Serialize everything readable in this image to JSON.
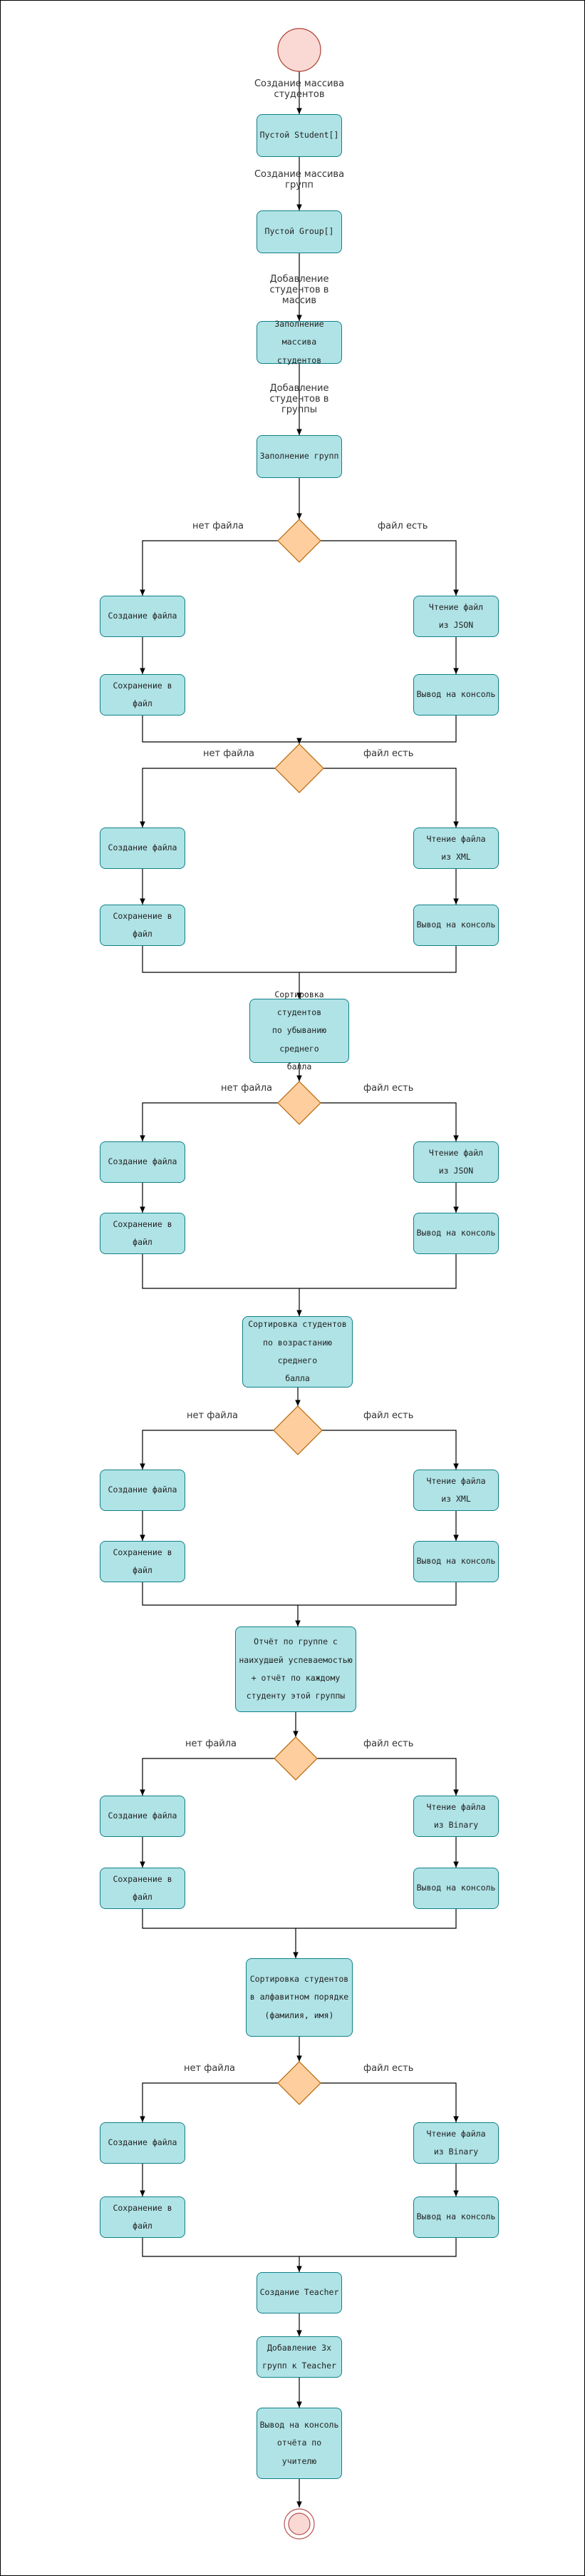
{
  "edge_labels": {
    "create_students": "Создание массива\nстудентов",
    "create_groups": "Создание массива\nгрупп",
    "add_students_array": "Добавление\nстудентов в\nмассив",
    "add_students_groups": "Добавление\nстудентов в\nгруппы",
    "no_file": "нет файла",
    "file_exists": "файл есть"
  },
  "nodes": {
    "empty_students": "Пустой Student[]",
    "empty_groups": "Пустой Group[]",
    "fill_array": "Заполнение массива\nстудентов",
    "fill_groups": "Заполнение групп",
    "create_file": "Создание файла",
    "save_file": "Сохранение в файл",
    "read_json": "Чтение файл\nиз JSON",
    "read_xml": "Чтение файла\nиз XML",
    "read_binary": "Чтение файла\nиз Binary",
    "print_console": "Вывод на консоль",
    "sort_desc": "Сортировка студентов\nпо убыванию среднего\nбалла",
    "sort_asc": "Сортировка студентов\nпо возрастанию среднего\nбалла",
    "report": "Отчёт по группе с\nнаихудшей успеваемостью\n+ отчёт по каждому\nстуденту этой группы",
    "sort_alpha": "Сортировка студентов\nв алфавитном порядке\n(фамилия, имя)",
    "create_teacher": "Создание Teacher",
    "add_groups_teacher": "Добавление 3х\nгрупп к Teacher",
    "print_teacher": "Вывод на консоль\nотчёта по учителю"
  },
  "colors": {
    "process_fill": "#b0e3e6",
    "process_stroke": "#0e8088",
    "decision_fill": "#ffce9f",
    "decision_stroke": "#b46504",
    "start_fill": "#fad9d5",
    "start_stroke": "#ae4132",
    "end_stroke": "#b85450"
  }
}
